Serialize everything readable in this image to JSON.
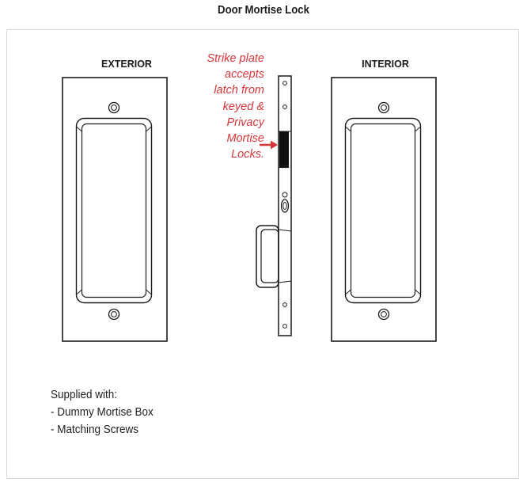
{
  "title": "Door Mortise Lock",
  "exterior_label": "EXTERIOR",
  "interior_label": "INTERIOR",
  "annotation_lines": [
    "Strike plate",
    "accepts",
    "latch from",
    "keyed &",
    "Privacy",
    "Mortise",
    "Locks."
  ],
  "supplied": {
    "heading": "Supplied with:",
    "items": [
      "- Dummy Mortise Box",
      "- Matching Screws"
    ]
  },
  "colors": {
    "accent": "#d6363a",
    "line": "#1a1a1a",
    "border": "#d9d9d9"
  }
}
